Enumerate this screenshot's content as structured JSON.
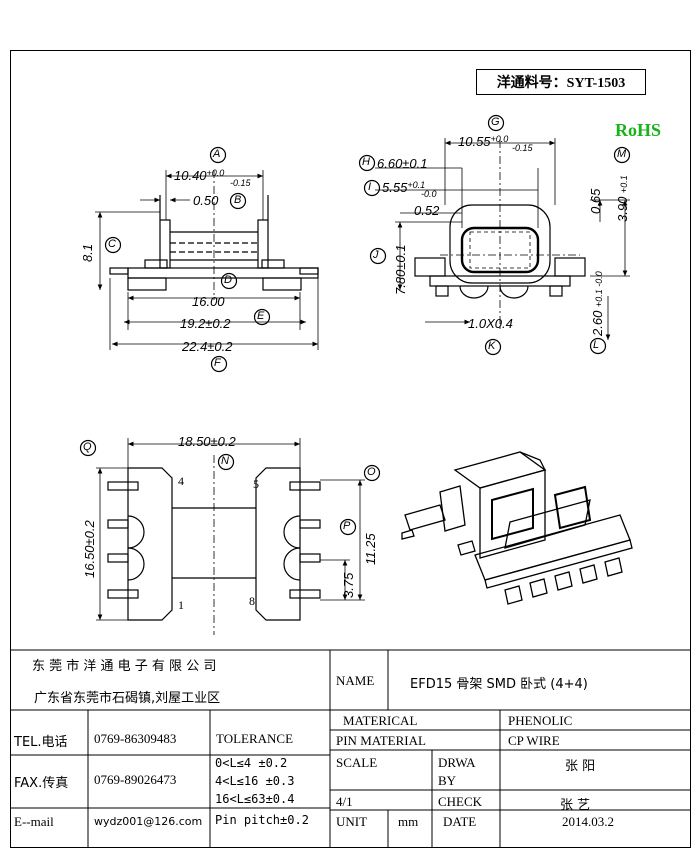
{
  "header": {
    "part_number": "洋通料号：SYT-1503",
    "rohs": "RoHS"
  },
  "labels": {
    "A": "A",
    "B": "B",
    "C": "C",
    "D": "D",
    "E": "E",
    "F": "F",
    "G": "G",
    "H": "H",
    "I": "I",
    "J": "J",
    "K": "K",
    "L": "L",
    "M": "M",
    "N": "N",
    "O": "O",
    "P": "P",
    "Q": "Q"
  },
  "dims": {
    "a_main": "10.40",
    "a_tol_up": "+0.0",
    "a_tol_dn": "-0.15",
    "b": "0.50",
    "c": "8.1",
    "d": "16.00",
    "e": "19.2±0.2",
    "f": "22.4±0.2",
    "g_main": "10.55",
    "g_tol_up": "+0.0",
    "g_tol_dn": "-0.15",
    "h": "6.60±0.1",
    "i_main": "5.55",
    "i_tol_up": "+0.1",
    "i_tol_dn": "-0.0",
    "j": "7.80±0.1",
    "k": "1.0X0.4",
    "l_main": "2.60",
    "l_tol": "+0.1 -0.0",
    "m_main": "3.90",
    "m_tol": "+0.1",
    "gap": "0.52",
    "h065": "0.65",
    "n": "18.50±0.2",
    "q": "16.50±0.2",
    "p": "11.25",
    "p2": "3.75"
  },
  "pins": {
    "p4": "4",
    "p5": "5",
    "p1": "1",
    "p8": "8"
  },
  "title_block": {
    "company": "东 莞 市 洋 通 电 子 有 限 公 司",
    "address": "广东省东莞市石碣镇,刘屋工业区",
    "name_label": "NAME",
    "name_value": "EFD15 骨架  SMD 卧式  (4+4)",
    "tel_label": "TEL.电话",
    "tel_value": "0769-86309483",
    "fax_label": "FAX.传真",
    "fax_value": "0769-89026473",
    "email_label": "E--mail",
    "email_value": "wydz001@126.com",
    "tolerance_label": "TOLERANCE",
    "tol1": "0<L≤4   ±0.2",
    "tol2": "4<L≤16  ±0.3",
    "tol3": "16<L≤63±0.4",
    "tol4": "Pin pitch±0.2",
    "material_label": "MATERICAL",
    "material_value": "PHENOLIC",
    "pin_label": "PIN MATERIAL",
    "pin_value": "CP WIRE",
    "scale_label": "SCALE",
    "scale_value": "4/1",
    "drawn_label1": "DRWA",
    "drawn_label2": "BY",
    "drawn_value": "张 阳",
    "check_label": "CHECK",
    "check_value": "张 艺",
    "unit_label": "UNIT",
    "unit_value": "mm",
    "date_label": "DATE",
    "date_value": "2014.03.2"
  }
}
